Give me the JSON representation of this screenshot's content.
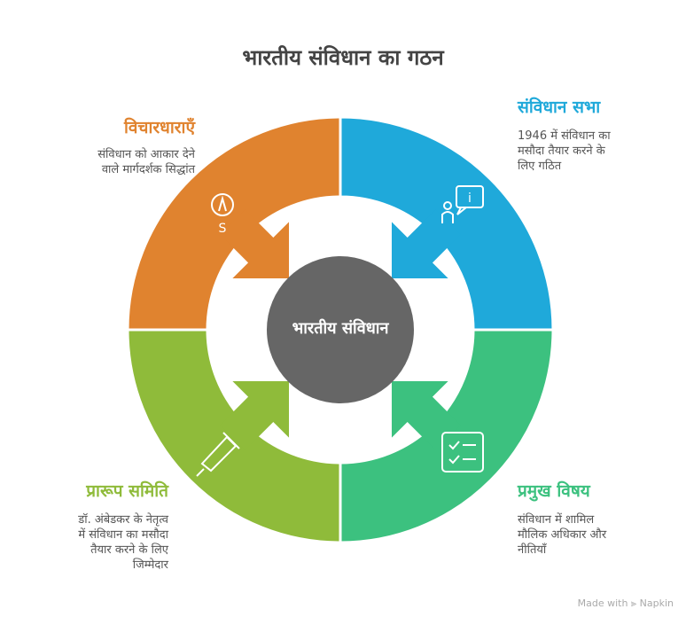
{
  "title": "भारतीय संविधान का गठन",
  "center": "भारतीय संविधान",
  "sections": [
    {
      "heading": "विचारधाराएँ",
      "lines": [
        "संविधान को आकार देने",
        "वाले मार्गदर्शक सिद्धांत"
      ],
      "color": "#E0832F",
      "icon": "compass-icon",
      "icon_text": "S"
    },
    {
      "heading": "संविधान सभा",
      "lines": [
        "1946 में संविधान का",
        "मसौदा तैयार करने के",
        "लिए गठित"
      ],
      "color": "#1FA9DA",
      "icon": "person-info-icon",
      "icon_text": "i"
    },
    {
      "heading": "प्रमुख विषय",
      "lines": [
        "संविधान में शामिल",
        "मौलिक अधिकार और",
        "नीतियाँ"
      ],
      "color": "#3CC17F",
      "icon": "checklist-icon"
    },
    {
      "heading": "प्रारूप समिति",
      "lines": [
        "डॉ. अंबेडकर के नेतृत्व",
        "में संविधान का मसौदा",
        "तैयार करने के लिए",
        "जिम्मेदार"
      ],
      "color": "#8FBB3A",
      "icon": "pen-icon"
    }
  ],
  "center_color": "#666666",
  "brand": "Made with ⫸ Napkin"
}
